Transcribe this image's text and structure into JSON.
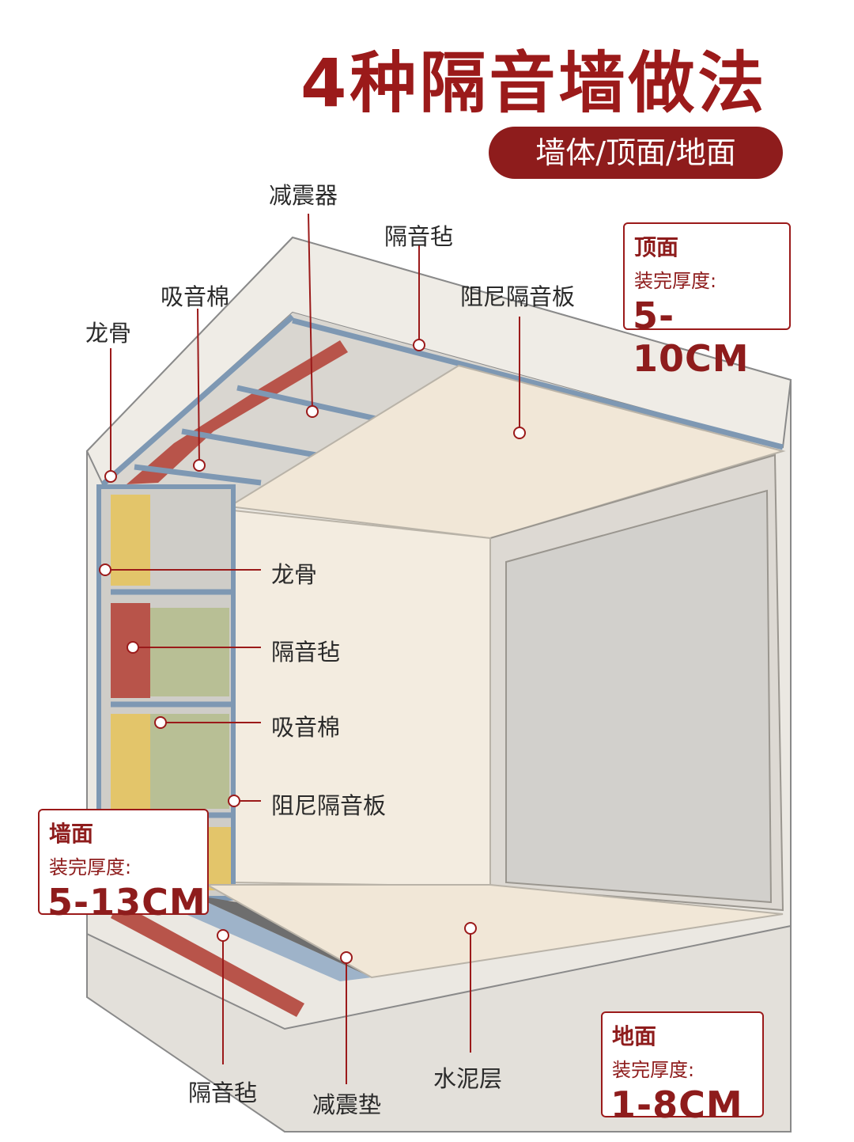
{
  "title": "4种隔音墙做法",
  "subtitle": "墙体/顶面/地面",
  "labels": {
    "ceiling_damper": "减震器",
    "ceiling_felt": "隔音毡",
    "ceiling_cotton": "吸音棉",
    "ceiling_board": "阻尼隔音板",
    "ceiling_keel": "龙骨",
    "wall_keel": "龙骨",
    "wall_felt": "隔音毡",
    "wall_cotton": "吸音棉",
    "wall_board": "阻尼隔音板",
    "floor_felt": "隔音毡",
    "floor_pad": "减震垫",
    "floor_cement": "水泥层"
  },
  "spec_ceiling": {
    "heading": "顶面",
    "sub": "装完厚度:",
    "value": "5-10CM"
  },
  "spec_wall": {
    "heading": "墙面",
    "sub": "装完厚度:",
    "value": "5-13CM"
  },
  "spec_floor": {
    "heading": "地面",
    "sub": "装完厚度:",
    "value": "1-8CM"
  },
  "colors": {
    "accent": "#9b1a1a",
    "pill": "#8e1c1c",
    "keel": "#8aa4bf",
    "felt": "#b8544a",
    "cotton": "#e3c56a",
    "panel": "#f0e6d6",
    "wall": "#eae8e4"
  }
}
